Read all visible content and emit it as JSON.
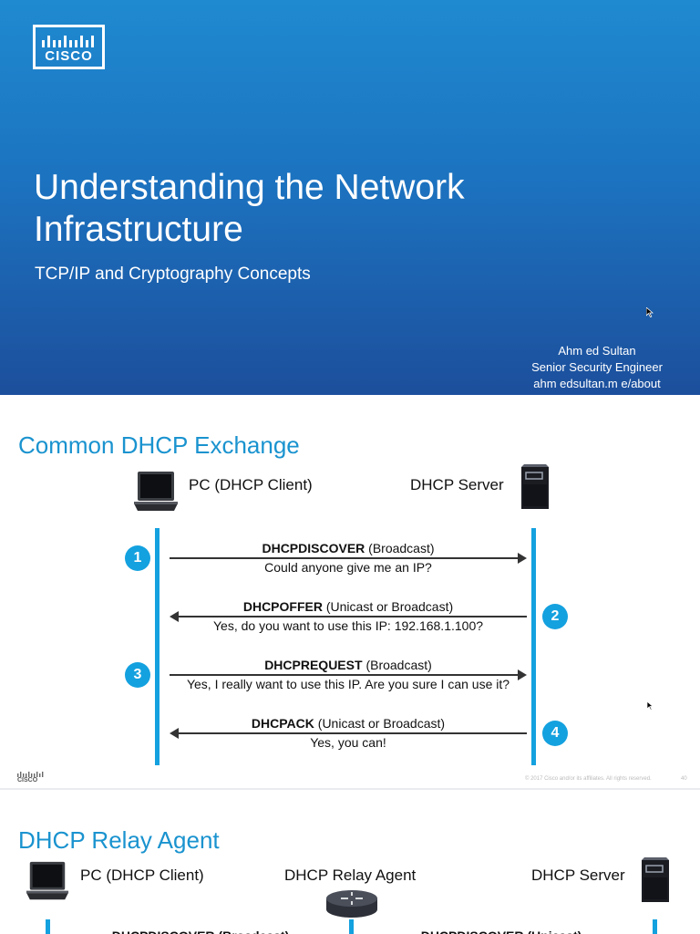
{
  "slide1": {
    "logo_text": "CISCO",
    "title_line1": "Understanding the Network",
    "title_line2": "Infrastructure",
    "subtitle": "TCP/IP and Cryptography Concepts",
    "author_name": "Ahm ed Sultan",
    "author_role": "Senior Security Engineer",
    "author_url": "ahm edsultan.m e/about"
  },
  "slide2": {
    "title": "Common DHCP Exchange",
    "client_label": "PC (DHCP Client)",
    "server_label": "DHCP Server",
    "steps": [
      {
        "number": "1",
        "name": "DHCPDISCOVER",
        "mode": "(Broadcast)",
        "detail": "Could anyone give me an IP?"
      },
      {
        "number": "2",
        "name": "DHCPOFFER",
        "mode": "(Unicast or Broadcast)",
        "detail": "Yes, do you want to use this IP: 192.168.1.100?"
      },
      {
        "number": "3",
        "name": "DHCPREQUEST",
        "mode": "(Broadcast)",
        "detail": "Yes, I really want to use this IP. Are you sure I can use it?"
      },
      {
        "number": "4",
        "name": "DHCPACK",
        "mode": "(Unicast or Broadcast)",
        "detail": "Yes, you can!"
      }
    ],
    "footer_brand": "CISCO",
    "copyright": "© 2017 Cisco and/or its affiliates. All rights reserved.",
    "page_number": "40"
  },
  "slide3": {
    "title": "DHCP Relay Agent",
    "client_label": "PC (DHCP Client)",
    "relay_label": "DHCP Relay Agent",
    "server_label": "DHCP Server",
    "partial_msg_left": "DHCPDISCOVER (Broadcast)",
    "partial_msg_right": "DHCPDISCOVER (Unicast)"
  },
  "colors": {
    "accent": "#14a1df",
    "title_blue": "#1a93cf",
    "slide1_top": "#1f8ad0",
    "slide1_bottom": "#1c4f9c"
  }
}
